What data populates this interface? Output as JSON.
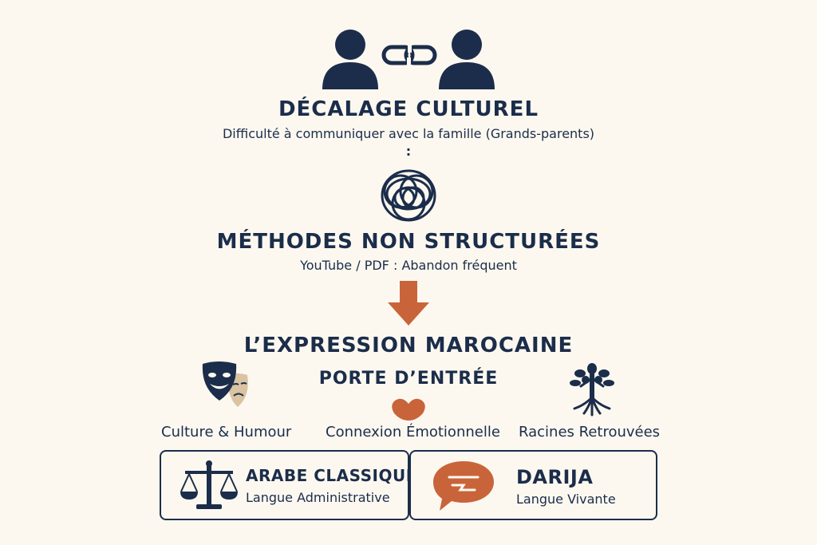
{
  "section1": {
    "title": "DÉCALAGE CULTUREL",
    "subtitle": "Difficulté à communiquer avec la famille (Grands-parents)",
    "colon": ":",
    "icons": [
      "person-icon",
      "link-icon",
      "person-icon"
    ]
  },
  "section2": {
    "title": "MÉTHODES NON STRUCTURÉES",
    "subtitle": "YouTube / PDF : Abandon fréquent",
    "icon": "tangled-circles-icon"
  },
  "arrow": {
    "icon": "arrow-down-icon"
  },
  "section3": {
    "title": "L’EXPRESSION MAROCAINE",
    "subtitle": "PORTE D’ENTRÉE",
    "pillars": [
      {
        "label": "Culture & Humour",
        "icon": "theater-masks-icon"
      },
      {
        "label": "Connexion Émotionnelle",
        "icon": "heart-icon"
      },
      {
        "label": "Racines Retrouvées",
        "icon": "tree-roots-icon"
      }
    ]
  },
  "boxes": [
    {
      "title": "ARABE CLASSIQUE",
      "subtitle": "Langue Administrative",
      "icon": "scales-icon"
    },
    {
      "title": "DARIJA",
      "subtitle": "Langue Vivante",
      "icon": "speech-bubble-icon"
    }
  ],
  "colors": {
    "navy": "#1B2D4A",
    "accent": "#C9643A",
    "beige": "#D9C3A0",
    "background": "#FCF8F0"
  }
}
